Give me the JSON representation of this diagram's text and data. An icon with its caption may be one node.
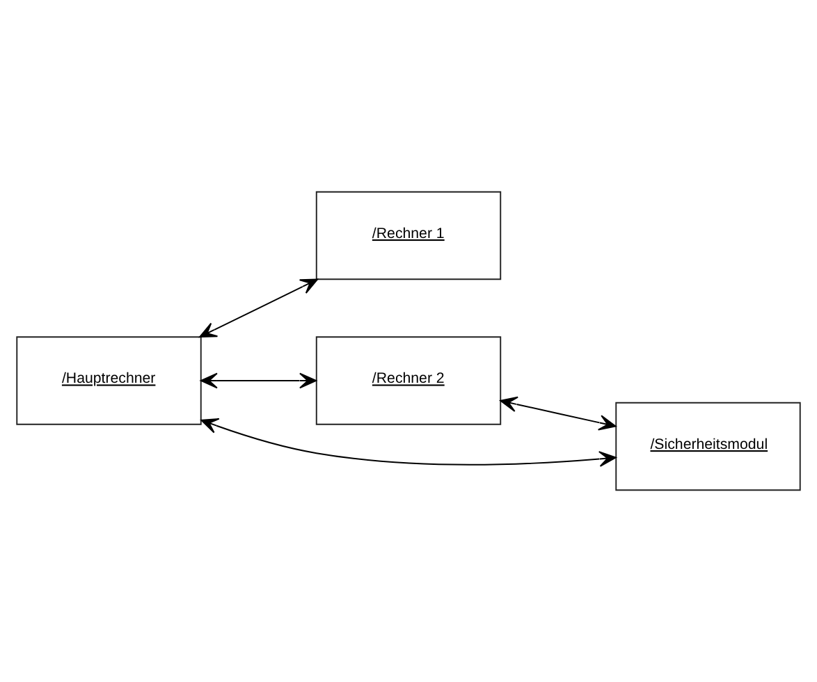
{
  "diagram": {
    "nodes": [
      {
        "text": [
          "/Rechner 1"
        ]
      },
      {
        "text": [
          "/Hauptrechner"
        ]
      },
      {
        "text": [
          "/Rechner 2"
        ]
      },
      {
        "text": [
          "/Sicherheitsmodul"
        ]
      }
    ],
    "edges": [
      {
        "from": 1,
        "to": 0,
        "arrow": "both"
      },
      {
        "from": 1,
        "to": 2,
        "arrow": "both"
      },
      {
        "from": 1,
        "to": 3,
        "arrow": "both"
      },
      {
        "from": 2,
        "to": 3,
        "arrow": "both"
      }
    ]
  }
}
